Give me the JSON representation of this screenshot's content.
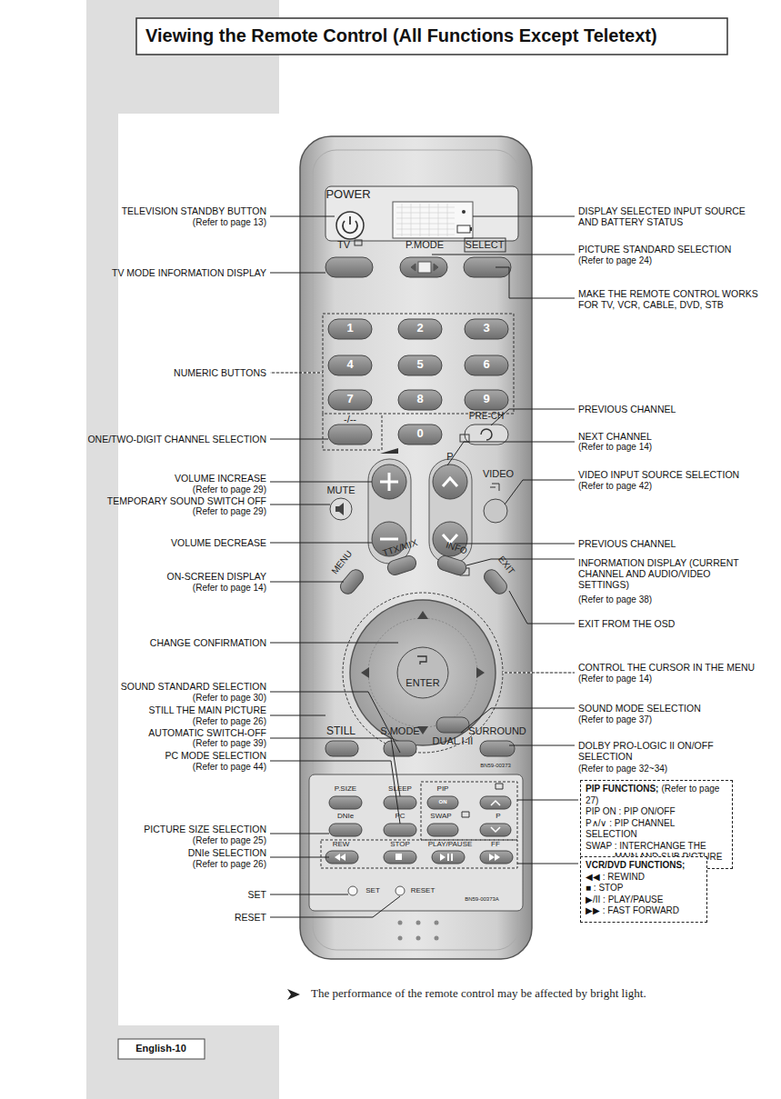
{
  "diagram": {
    "title": "Viewing the Remote Control (All Functions Except Teletext)",
    "caption": "The performance of the remote control may be affected by bright light.",
    "nodes": [
      {
        "text": [
          "PIP FUNCTIONS;",
          "(Refer to page 27)",
          "PIP ON : PIP ON/OFF",
          "P∧/∨ : PIP CHANNEL SELECTION",
          "SWAP : INTERCHANGE THE MAIN AND SUB PICTURE"
        ]
      },
      {
        "text": [
          "VCR/DVD FUNCTIONS;",
          "◀◀ : REWIND",
          "■ : STOP",
          "▶/II : PLAY/PAUSE",
          "▶▶ : FAST FORWARD"
        ]
      }
    ],
    "labels": [
      "TELEVISION STANDBY BUTTON",
      "(Refer to page 13)",
      "TV MODE INFORMATION DISPLAY",
      "NUMERIC BUTTONS",
      "ONE/TWO-DIGIT CHANNEL SELECTION",
      "VOLUME INCREASE",
      "(Refer to page 29)",
      "TEMPORARY SOUND SWITCH OFF",
      "(Refer to page 29)",
      "VOLUME DECREASE",
      "ON-SCREEN DISPLAY",
      "(Refer to page 14)",
      "CHANGE CONFIRMATION",
      "SOUND STANDARD SELECTION",
      "(Refer to page 30)",
      "STILL THE MAIN PICTURE",
      "(Refer to page 26)",
      "AUTOMATIC SWITCH-OFF",
      "(Refer to page 39)",
      "PC MODE SELECTION",
      "(Refer to page 44)",
      "PICTURE SIZE SELECTION",
      "(Refer to page 25)",
      "DNIe SELECTION",
      "(Refer to page 26)",
      "SET",
      "RESET",
      "DISPLAY SELECTED INPUT SOURCE AND BATTERY STATUS",
      "PICTURE STANDARD SELECTION",
      "(Refer to page 24)",
      "MAKE THE REMOTE CONTROL WORKS FOR TV, VCR, CABLE, DVD, STB",
      "PREVIOUS CHANNEL",
      "NEXT CHANNEL",
      "(Refer to page 14)",
      "VIDEO INPUT SOURCE SELECTION",
      "(Refer to page 42)",
      "PREVIOUS CHANNEL",
      "INFORMATION DISPLAY (CURRENT CHANNEL AND AUDIO/VIDEO SETTINGS)",
      "(Refer to page 38)",
      "EXIT FROM THE OSD",
      "CONTROL THE CURSOR IN THE MENU",
      "(Refer to page 14)",
      "SOUND MODE SELECTION",
      "(Refer to page 37)",
      "DOLBY PRO-LOGIC II ON/OFF SELECTION",
      "(Refer to page 32~34)",
      "POWER",
      "TV",
      "P.MODE",
      "SELECT",
      "1",
      "2",
      "3",
      "4",
      "5",
      "6",
      "7",
      "8",
      "9",
      "0",
      "-/--",
      "PRE-CH",
      "P",
      "MUTE",
      "VIDEO",
      "MENU",
      "TTX/MIX",
      "INFO",
      "EXIT",
      "ENTER",
      "STILL",
      "S.MODE",
      "DUAL I-II",
      "SURROUND",
      "BN59-00373",
      "P.SIZE",
      "SLEEP",
      "PIP",
      "ON",
      "DNIe",
      "PC",
      "SWAP",
      "P",
      "REW",
      "STOP",
      "PLAY/PAUSE",
      "FF",
      "SET",
      "RESET",
      "BN59-00373A",
      "English-10"
    ]
  }
}
